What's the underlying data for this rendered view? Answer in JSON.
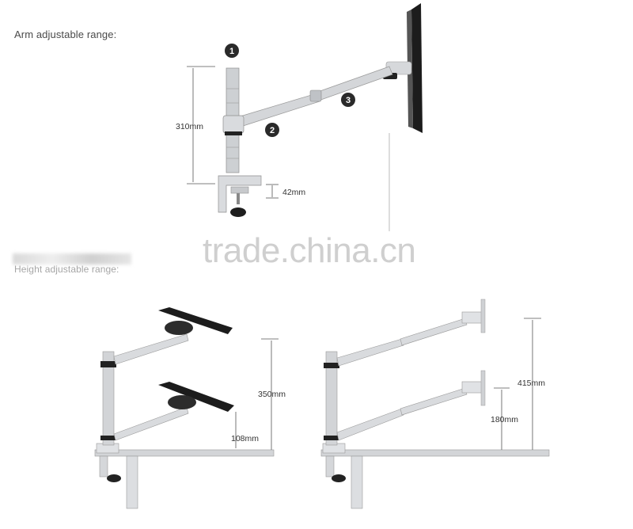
{
  "sections": {
    "arm_title": "Arm adjustable range:",
    "height_title": "Height adjustable range:"
  },
  "watermark": "trade.china.cn",
  "dimensions": {
    "pole_height": "310mm",
    "clamp_depth": "42mm",
    "laptop_travel": "350mm",
    "laptop_min": "108mm",
    "monitor_travel": "415mm",
    "monitor_min": "180mm"
  },
  "callouts": [
    "1",
    "2",
    "3"
  ],
  "colors": {
    "metal": "#c9ccd0",
    "dark": "#1e1e1e",
    "dimension_line": "#555555"
  }
}
